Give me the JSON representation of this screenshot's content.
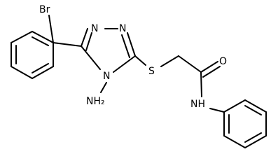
{
  "molecule": {
    "atoms": {
      "br": "Br",
      "n1": "N",
      "n2": "N",
      "n4": "N",
      "nh2": "NH₂",
      "s": "S",
      "o": "O",
      "nh": "NH"
    },
    "colors": {
      "bond": "#000000",
      "label": "#000000",
      "background": "#ffffff"
    }
  }
}
